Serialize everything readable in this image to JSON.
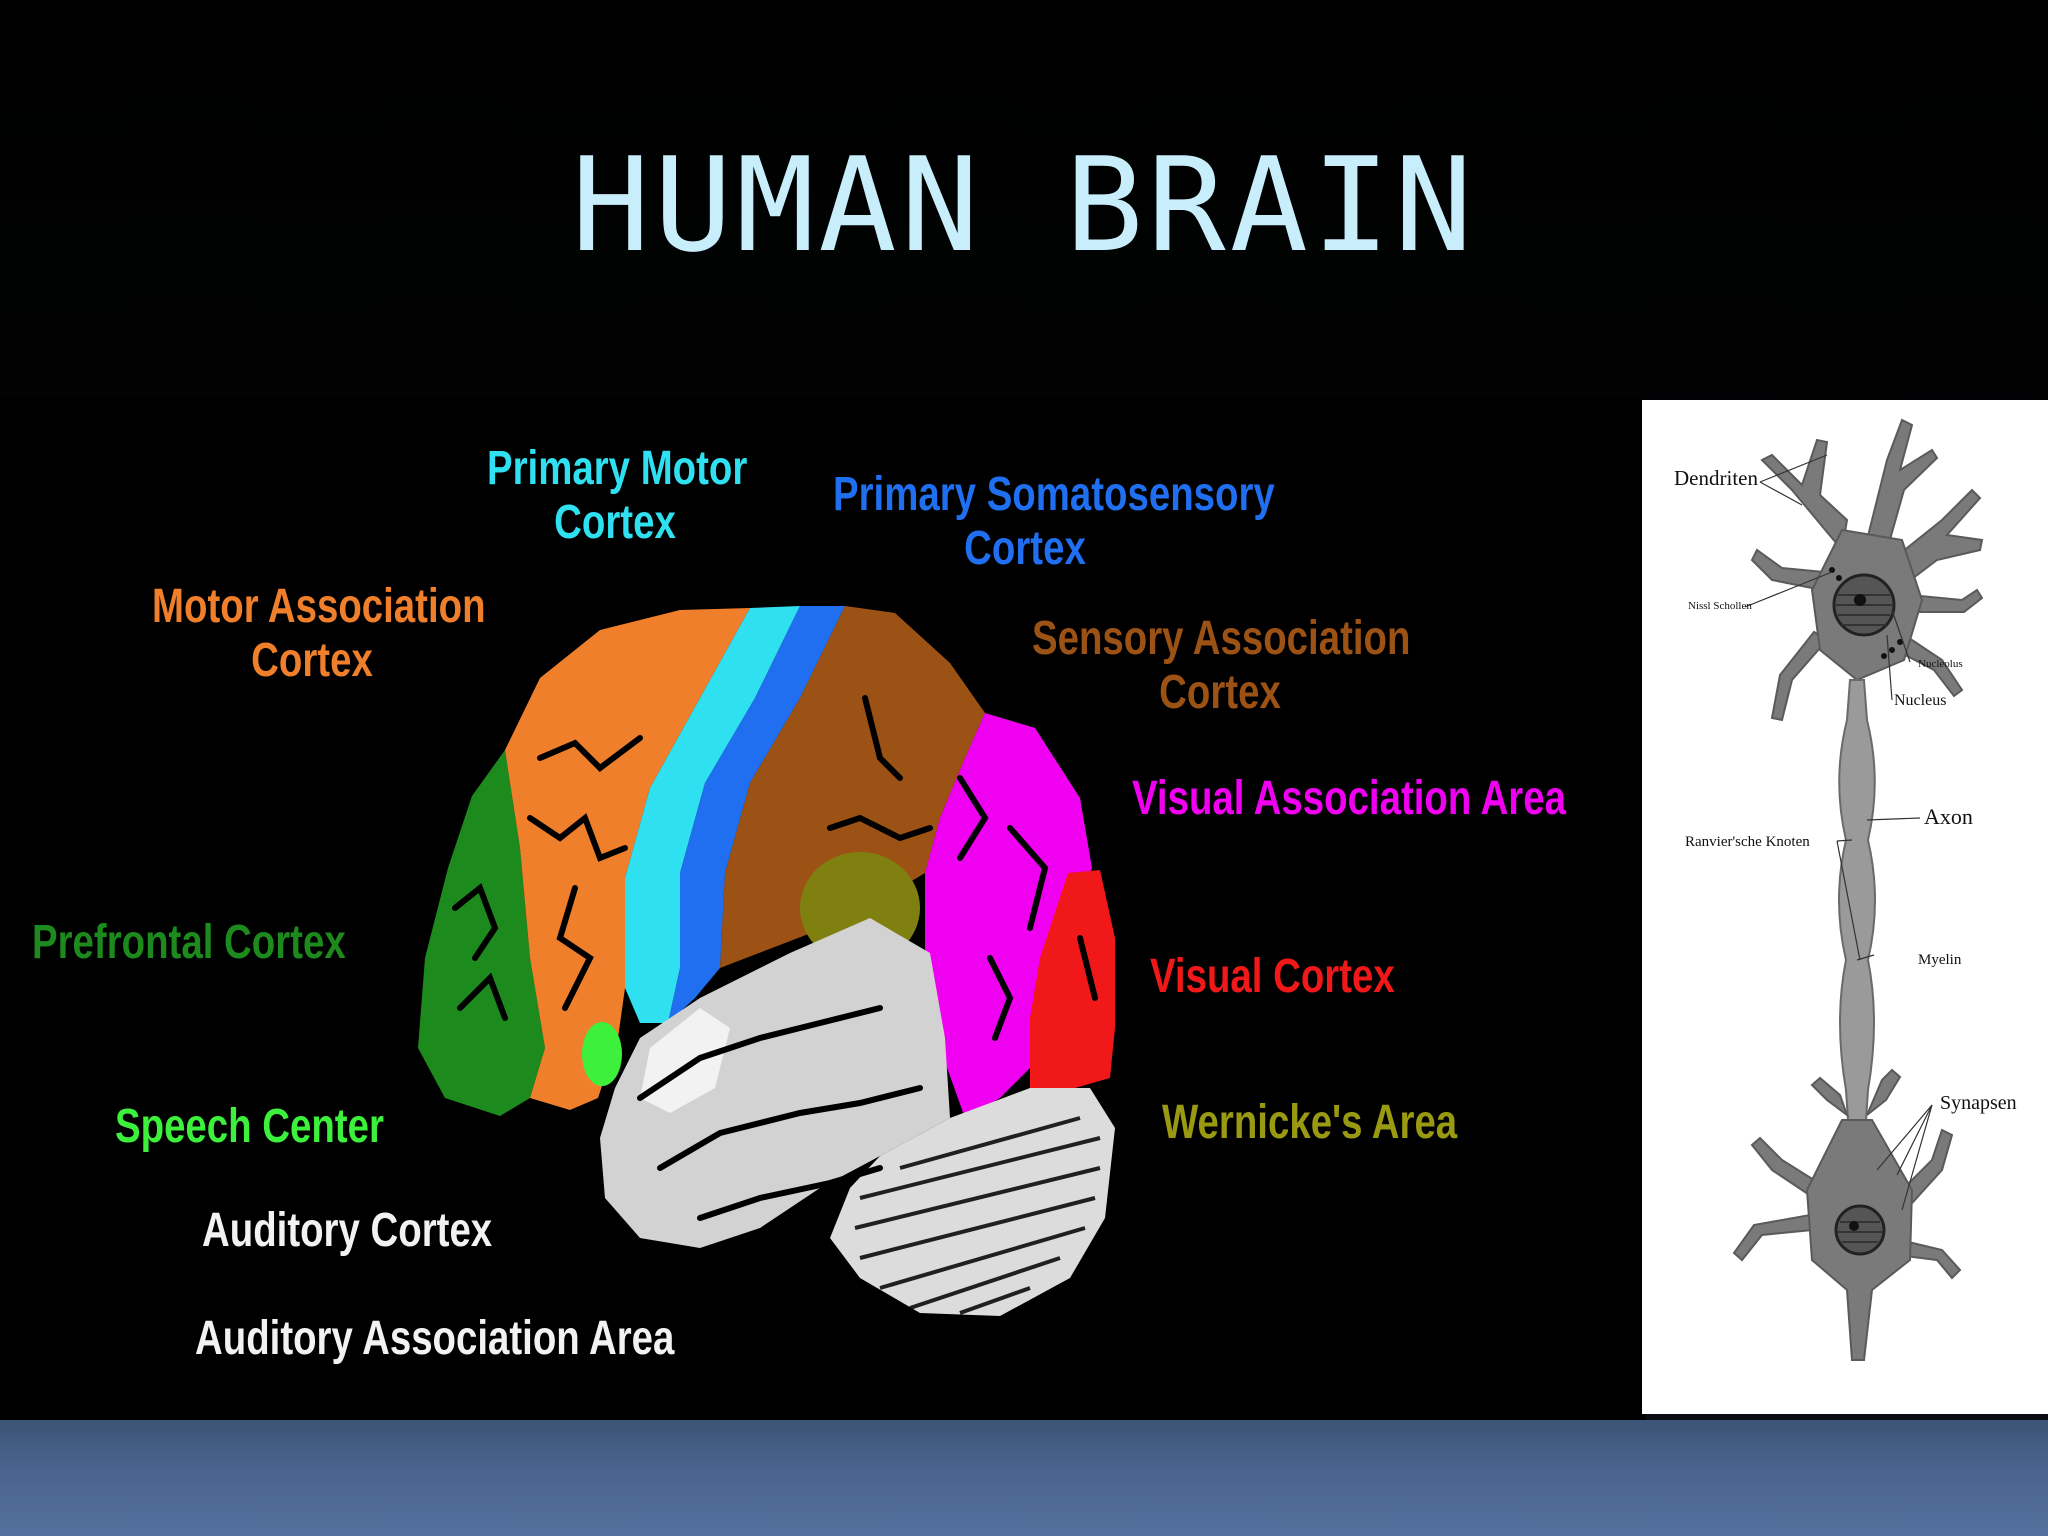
{
  "slide": {
    "title": "HUMAN BRAIN",
    "colors": {
      "title": "#c7eefa",
      "band": "#4a6590"
    }
  },
  "brain": {
    "labels": {
      "primary_motor_cortex": "Primary Motor\nCortex",
      "primary_somatosensory_cortex": "Primary Somatosensory\nCortex",
      "motor_association_cortex": "Motor Association\nCortex",
      "sensory_association_cortex": "Sensory Association\nCortex",
      "visual_association_area": "Visual Association Area",
      "prefrontal_cortex": "Prefrontal Cortex",
      "visual_cortex": "Visual Cortex",
      "speech_center": "Speech Center",
      "wernickes_area": "Wernicke's Area",
      "auditory_cortex": "Auditory Cortex",
      "auditory_association_area": "Auditory Association Area"
    },
    "colors": {
      "prefrontal": "#1c8a1c",
      "motor_association": "#f07f2c",
      "primary_motor": "#2ee0f0",
      "primary_somatosensory": "#1f6ff0",
      "sensory_association": "#9c5214",
      "visual_association": "#f000f0",
      "visual_cortex": "#f01818",
      "speech_center": "#3cf03c",
      "wernickes": "#808010",
      "auditory": "#d2d2d2"
    }
  },
  "neuron": {
    "labels": {
      "dendriten": "Dendriten",
      "nissl_schollen": "Nissl Schollen",
      "nucleolus": "Nucleolus",
      "nucleus": "Nucleus",
      "axon": "Axon",
      "ranvier": "Ranvier'sche Knoten",
      "myelin": "Myelin",
      "synapsen": "Synapsen"
    }
  }
}
